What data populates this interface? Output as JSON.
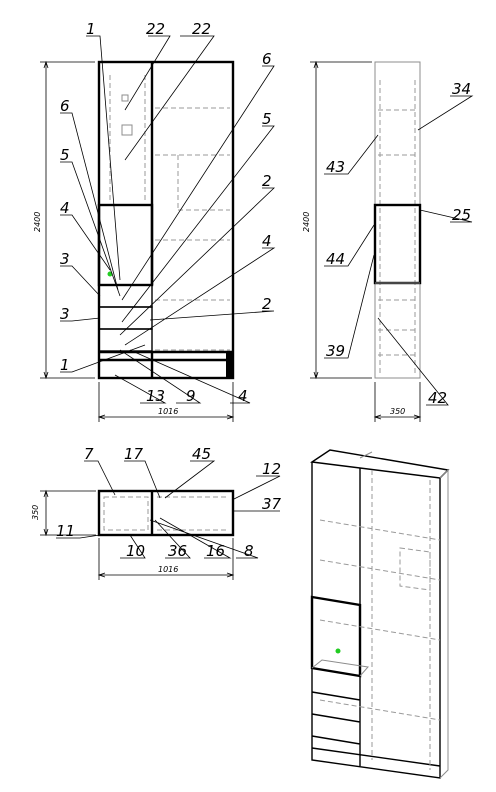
{
  "front_view": {
    "callouts": [
      "1",
      "22",
      "22",
      "6",
      "6",
      "5",
      "5",
      "2",
      "4",
      "4",
      "3",
      "3",
      "2",
      "1",
      "13",
      "9",
      "4"
    ],
    "height_dim": "2400",
    "width_dim": "1016"
  },
  "side_view": {
    "callouts": [
      "34",
      "43",
      "25",
      "44",
      "39",
      "42"
    ],
    "height_dim": "2400",
    "width_dim": "350"
  },
  "top_view": {
    "callouts": [
      "7",
      "17",
      "45",
      "12",
      "37",
      "11",
      "10",
      "36",
      "16",
      "8"
    ],
    "depth_dim": "350",
    "width_dim": "1016"
  },
  "colors": {
    "line": "#000000",
    "hidden": "#9a9a9a",
    "marker": "#22cc22"
  }
}
